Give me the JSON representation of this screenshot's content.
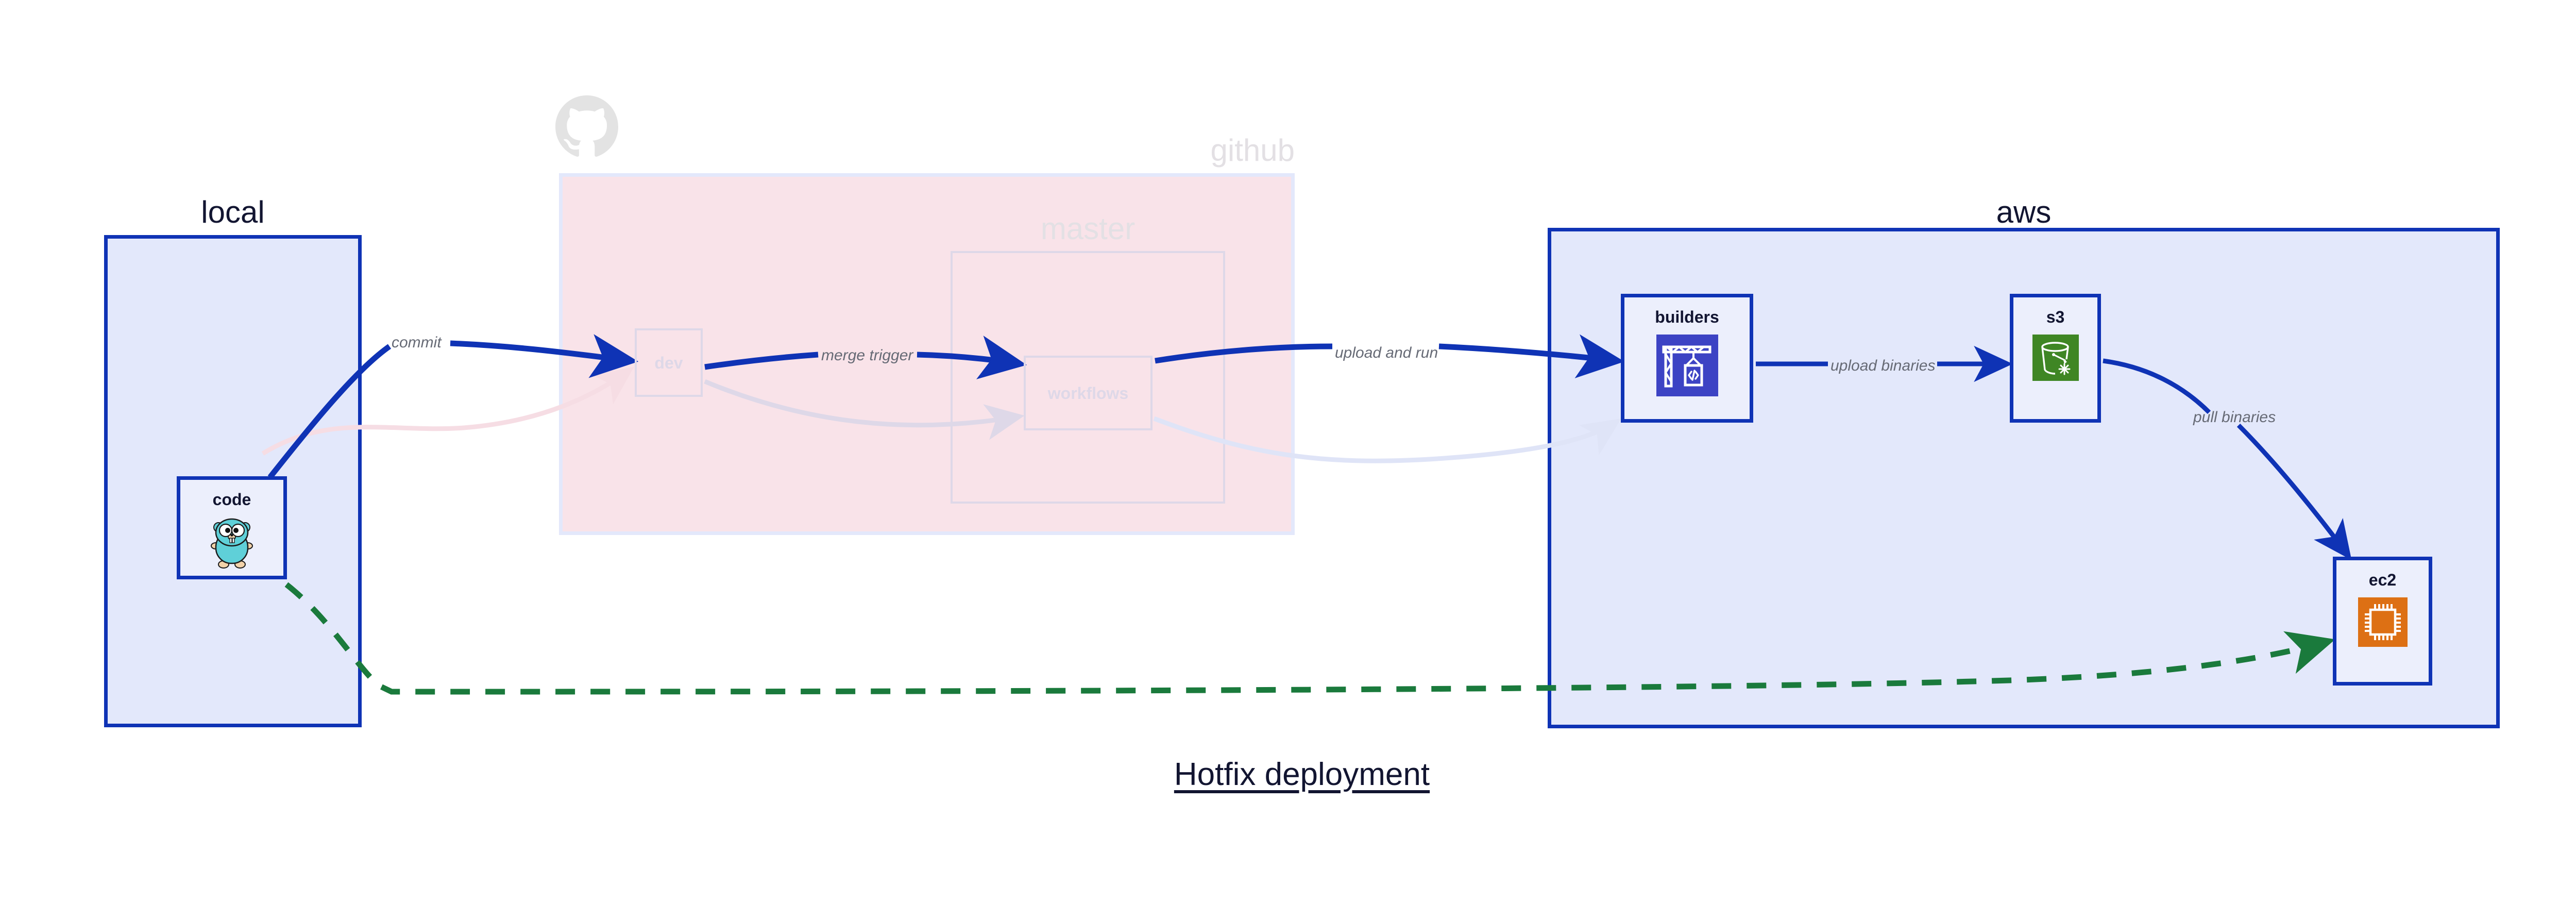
{
  "diagram": {
    "title": "Hotfix deployment",
    "type": "architecture-flow",
    "colors": {
      "primary_blue": "#0f33b5",
      "group_blue_fill": "#e3e8fb",
      "node_fill": "#eceffc",
      "github_pink_fill": "#f9e3e9",
      "muted": "#ded8e8",
      "label_gray": "#666a75",
      "title_ink": "#121531",
      "dashed_green": "#1a7a3c",
      "go_cyan": "#5fd0d8",
      "aws_builders_blue": "#3c43c4",
      "aws_s3_green": "#3f8624",
      "aws_ec2_orange": "#dd7014"
    }
  },
  "groups": [
    {
      "id": "local",
      "label": "local",
      "style": "solid"
    },
    {
      "id": "github",
      "label": "github",
      "style": "faded",
      "icon": "github-octocat-icon"
    },
    {
      "id": "master",
      "label": "master",
      "style": "faded"
    },
    {
      "id": "aws",
      "label": "aws",
      "style": "solid"
    }
  ],
  "nodes": [
    {
      "id": "code",
      "label": "code",
      "icon": "go-gopher-icon",
      "group": "local",
      "state": "active"
    },
    {
      "id": "dev",
      "label": "dev",
      "icon": null,
      "group": "github",
      "state": "faded"
    },
    {
      "id": "workflows",
      "label": "workflows",
      "icon": null,
      "group": "master",
      "state": "faded"
    },
    {
      "id": "builders",
      "label": "builders",
      "icon": "aws-codebuild-icon",
      "group": "aws",
      "state": "active"
    },
    {
      "id": "s3",
      "label": "s3",
      "icon": "aws-s3-glacier-icon",
      "group": "aws",
      "state": "active"
    },
    {
      "id": "ec2",
      "label": "ec2",
      "icon": "aws-ec2-chip-icon",
      "group": "aws",
      "state": "active"
    }
  ],
  "edges": [
    {
      "id": "e1",
      "from": "code",
      "to": "dev",
      "label": "commit",
      "style": "solid",
      "color": "#0f33b5"
    },
    {
      "id": "e2",
      "from": "dev",
      "to": "workflows",
      "label": "merge trigger",
      "style": "solid",
      "color": "#0f33b5"
    },
    {
      "id": "e3",
      "from": "workflows",
      "to": "builders",
      "label": "upload and run",
      "style": "solid",
      "color": "#0f33b5"
    },
    {
      "id": "e4",
      "from": "builders",
      "to": "s3",
      "label": "upload binaries",
      "style": "solid",
      "color": "#0f33b5"
    },
    {
      "id": "e5",
      "from": "s3",
      "to": "ec2",
      "label": "pull binaries",
      "style": "solid",
      "color": "#0f33b5"
    },
    {
      "id": "e6",
      "from": "code",
      "to": "ec2",
      "label": "",
      "style": "dashed",
      "color": "#1a7a3c"
    },
    {
      "id": "g1",
      "from": "code",
      "to": "dev",
      "label": "",
      "style": "ghost",
      "color": "#f6dde4"
    },
    {
      "id": "g2",
      "from": "dev",
      "to": "workflows",
      "label": "",
      "style": "ghost",
      "color": "#ded8e8"
    },
    {
      "id": "g3",
      "from": "workflows",
      "to": "builders",
      "label": "",
      "style": "ghost",
      "color": "#dfe4f7"
    }
  ]
}
